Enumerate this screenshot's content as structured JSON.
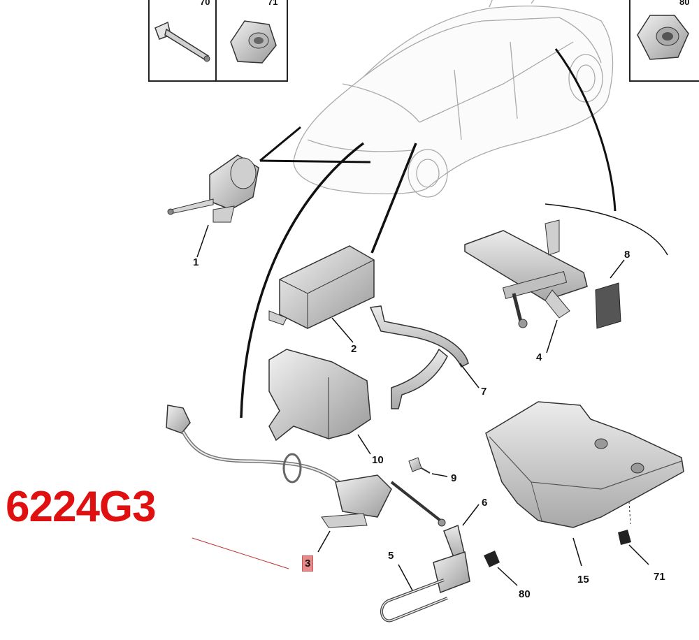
{
  "part_code": "6224G3",
  "inset_boxes": [
    {
      "label": "70",
      "contents": "rivet"
    },
    {
      "label": "71",
      "contents": "flange-nut"
    },
    {
      "label": "80",
      "contents": "hex-nut"
    }
  ],
  "callouts": [
    {
      "id": "c1",
      "label": "1"
    },
    {
      "id": "c2",
      "label": "2"
    },
    {
      "id": "c3",
      "label": "3",
      "highlighted": true
    },
    {
      "id": "c4",
      "label": "4"
    },
    {
      "id": "c5",
      "label": "5"
    },
    {
      "id": "c6",
      "label": "6"
    },
    {
      "id": "c7",
      "label": "7"
    },
    {
      "id": "c8",
      "label": "8"
    },
    {
      "id": "c9",
      "label": "9"
    },
    {
      "id": "c10",
      "label": "10"
    },
    {
      "id": "c15",
      "label": "15"
    },
    {
      "id": "c71",
      "label": "71"
    },
    {
      "id": "c80",
      "label": "80"
    }
  ],
  "colors": {
    "part_code": "#e01010",
    "highlight": "#e88a8a",
    "line": "#222222",
    "part_fill": "#d8d8d8",
    "part_dark": "#8a8a8a"
  }
}
